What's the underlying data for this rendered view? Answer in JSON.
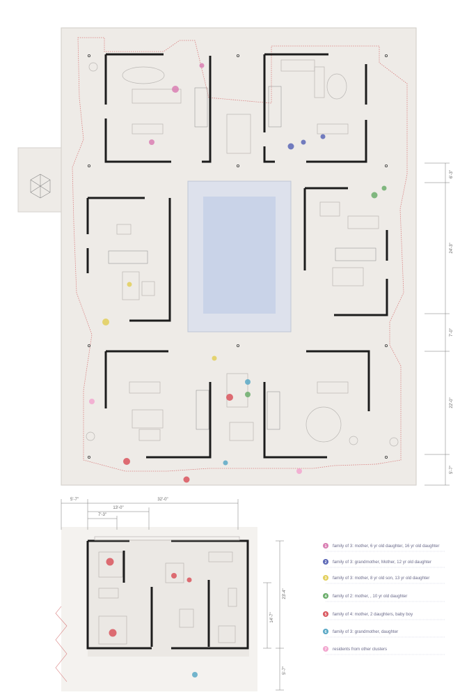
{
  "colors": {
    "background": "#ffffff",
    "site": "#eeebe7",
    "site_border": "#d6d2cd",
    "walls": "#1c1c1c",
    "pool_outer": "#dde1ec",
    "pool_inner": "#c9d3e8",
    "property_line": "#d87a7a",
    "furniture": "#b9b6b3"
  },
  "dimensions_right": [
    "6'-3\"",
    "24'-3\"",
    "7'-0\"",
    "22'-0\"",
    "5'-7\""
  ],
  "unit_plan": {
    "dims_top": [
      "5'-7\"",
      "32'-0\"",
      "13'-0\"",
      "7'-3\""
    ],
    "dims_right": [
      "23'-4\"",
      "14'-7\"",
      "5'-7\""
    ]
  },
  "legend": [
    {
      "number": "1",
      "label": "family of 3: mother, 6 yr old daughter, 16 yr old daughter",
      "color": "#d97fb3"
    },
    {
      "number": "2",
      "label": "family of 3: grandmother, Mother, 12 yr old daughter",
      "color": "#5b67b6"
    },
    {
      "number": "3",
      "label": "family of 3: mother, 8 yr old son, 13 yr old daughter",
      "color": "#e2cf5b"
    },
    {
      "number": "4",
      "label": "family of 2: mother, , 10 yr old daughter",
      "color": "#6cae6c"
    },
    {
      "number": "5",
      "label": "family of 4: mother, 2 daughters, baby boy",
      "color": "#d9555d"
    },
    {
      "number": "6",
      "label": "family of 3: grandmother, daughter",
      "color": "#5ba9c6"
    },
    {
      "number": "7",
      "label": "residents from other clusters",
      "color": "#f2a7cf"
    }
  ]
}
